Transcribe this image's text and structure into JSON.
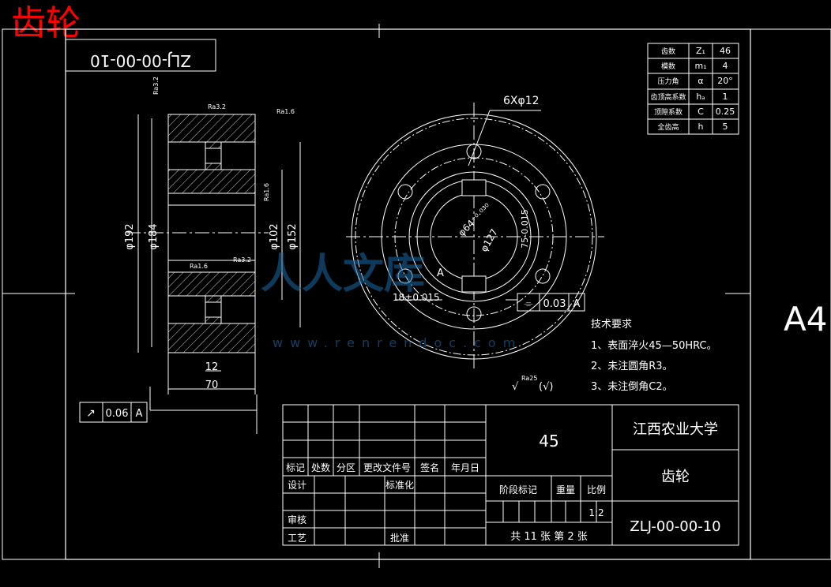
{
  "title": "齿轮",
  "sheet_size": "A4",
  "drawing_no_rotated": "ZLJ-00-00-10",
  "params_table": [
    {
      "name": "齿数",
      "sym": "Z₁",
      "val": "46"
    },
    {
      "name": "模数",
      "sym": "m₁",
      "val": "4"
    },
    {
      "name": "压力角",
      "sym": "α",
      "val": "20°"
    },
    {
      "name": "齿顶高系数",
      "sym": "hₐ",
      "val": "1"
    },
    {
      "name": "顶隙系数",
      "sym": "C",
      "val": "0.25"
    },
    {
      "name": "全齿高",
      "sym": "h",
      "val": "5"
    }
  ],
  "dims": {
    "d192": "φ192",
    "d184": "φ184",
    "d102": "φ102",
    "d152": "φ152",
    "w12": "12",
    "w70": "70",
    "holes": "6Xφ12",
    "d64": "φ64⁺⁰·⁰³⁰",
    "d127": "φ127",
    "key_height": "75-0.015",
    "key_width": "18±0.015"
  },
  "roughness": {
    "r1": "Ra3.2",
    "r2": "Ra3.2",
    "r3": "Ra1.6",
    "r4": "Ra1.6",
    "r5": "Ra1.6",
    "r6": "Ra3.2",
    "r7": "Ra25"
  },
  "runout": {
    "symbol": "↗",
    "value": "0.06",
    "datum": "A"
  },
  "symmetry": {
    "symbol": "⌯",
    "value": "0.03",
    "datum": "A"
  },
  "datum_a": "A",
  "tech_req": {
    "heading": "技术要求",
    "items": [
      "1、表面淬火45—50HRC。",
      "2、未注圆角R3。",
      "3、未注倒角C2。"
    ]
  },
  "general_rough": "(√)",
  "watermark": "www.renrendoc.com",
  "title_block": {
    "material": "45",
    "school": "江西农业大学",
    "part_name": "齿轮",
    "drawing_no": "ZLJ-00-00-10",
    "labels": {
      "mark": "标记",
      "count": "处数",
      "zone": "分区",
      "change_doc": "更改文件号",
      "sign": "签名",
      "date": "年月日",
      "design": "设计",
      "std": "标准化",
      "check": "审核",
      "process": "工艺",
      "approve": "批准",
      "stage": "阶段标记",
      "weight": "重量",
      "scale_lbl": "比例"
    },
    "scale": "1:2",
    "sheets": "共 11 张 第 2 张"
  }
}
